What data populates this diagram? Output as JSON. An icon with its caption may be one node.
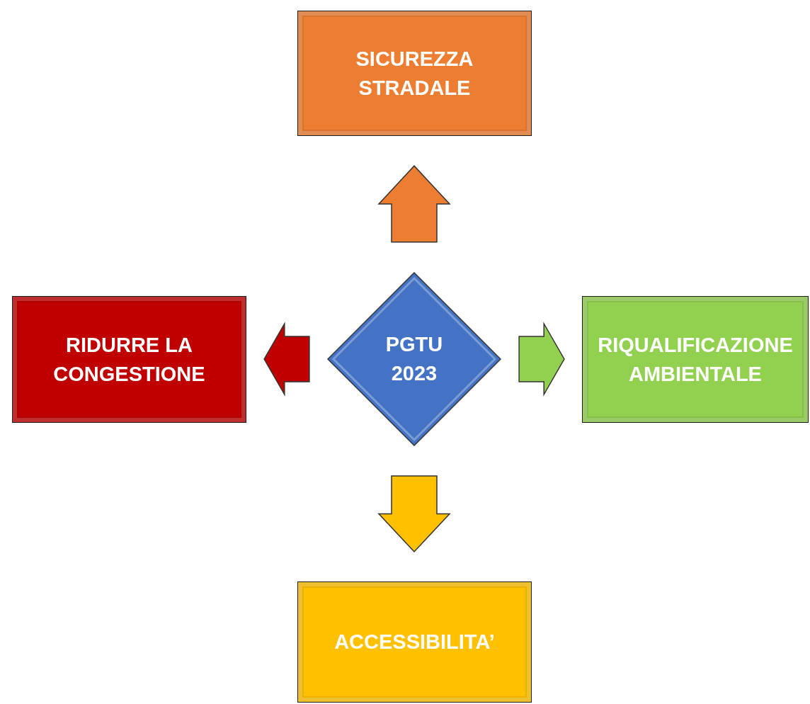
{
  "diagram": {
    "nodes": [
      {
        "text": [
          "SICUREZZA STRADALE"
        ]
      },
      {
        "text": [
          "RIDURRE LA CONGESTIONE"
        ]
      },
      {
        "text": [
          "PGTU 2023"
        ]
      },
      {
        "text": [
          "RIQUALIFICAZIONE AMBIENTALE"
        ]
      },
      {
        "text": [
          "ACCESSIBILITA’"
        ]
      }
    ],
    "edges": [
      {
        "from": 2,
        "to": 0,
        "arrow": "to",
        "style": "thick",
        "color": "#ed7d31"
      },
      {
        "from": 2,
        "to": 1,
        "arrow": "to",
        "style": "thick",
        "color": "#c00000"
      },
      {
        "from": 2,
        "to": 3,
        "arrow": "to",
        "style": "thick",
        "color": "#92d050"
      },
      {
        "from": 2,
        "to": 4,
        "arrow": "to",
        "style": "thick",
        "color": "#ffc000"
      }
    ]
  }
}
